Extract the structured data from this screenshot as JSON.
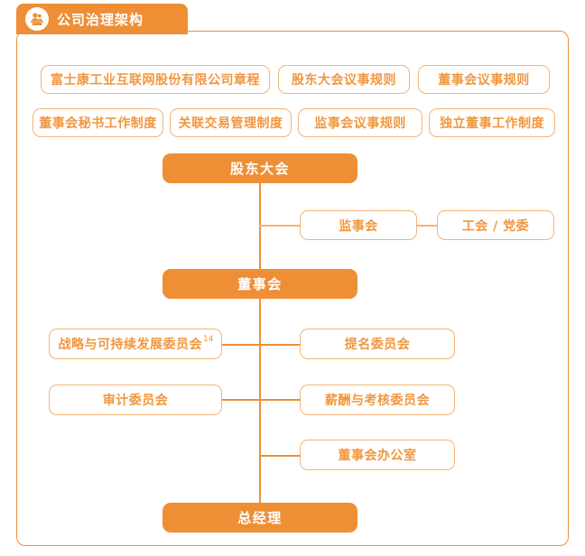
{
  "header": {
    "title": "公司治理架构",
    "icon": "people-podium-icon"
  },
  "colors": {
    "accent_fill": "#EE8F35",
    "outline_border": "#F5B378",
    "outline_text": "#F0973F",
    "filled_text": "#FFFFFF",
    "background": "#FFFFFF"
  },
  "chart_data": {
    "type": "diagram",
    "title": "公司治理架构",
    "nodes": [
      {
        "id": "doc-1",
        "label": "富士康工业互联网股份有限公司章程",
        "style": "outline",
        "row": 1
      },
      {
        "id": "doc-2",
        "label": "股东大会议事规则",
        "style": "outline",
        "row": 1
      },
      {
        "id": "doc-3",
        "label": "董事会议事规则",
        "style": "outline",
        "row": 1
      },
      {
        "id": "doc-4",
        "label": "董事会秘书工作制度",
        "style": "outline",
        "row": 2
      },
      {
        "id": "doc-5",
        "label": "关联交易管理制度",
        "style": "outline",
        "row": 2
      },
      {
        "id": "doc-6",
        "label": "监事会议事规则",
        "style": "outline",
        "row": 2
      },
      {
        "id": "doc-7",
        "label": "独立董事工作制度",
        "style": "outline",
        "row": 2
      },
      {
        "id": "shareholders-meeting",
        "label": "股东大会",
        "style": "filled",
        "row": 3
      },
      {
        "id": "supervisory-board",
        "label": "监事会",
        "style": "outline",
        "row": 4
      },
      {
        "id": "union-party",
        "label": "工会 / 党委",
        "style": "outline",
        "row": 4
      },
      {
        "id": "board-of-directors",
        "label": "董事会",
        "style": "filled",
        "row": 5
      },
      {
        "id": "strategy-committee",
        "label": "战略与可持续发展委员会",
        "superscript": "14",
        "style": "outline",
        "row": 6
      },
      {
        "id": "nomination-committee",
        "label": "提名委员会",
        "style": "outline",
        "row": 6
      },
      {
        "id": "audit-committee",
        "label": "审计委员会",
        "style": "outline",
        "row": 7
      },
      {
        "id": "remuneration-committee",
        "label": "薪酬与考核委员会",
        "style": "outline",
        "row": 7
      },
      {
        "id": "board-office",
        "label": "董事会办公室",
        "style": "outline",
        "row": 8
      },
      {
        "id": "general-manager",
        "label": "总经理",
        "style": "filled",
        "row": 9
      }
    ],
    "edges": [
      {
        "from": "shareholders-meeting",
        "to": "supervisory-board"
      },
      {
        "from": "supervisory-board",
        "to": "union-party"
      },
      {
        "from": "shareholders-meeting",
        "to": "board-of-directors"
      },
      {
        "from": "board-of-directors",
        "to": "strategy-committee"
      },
      {
        "from": "board-of-directors",
        "to": "nomination-committee"
      },
      {
        "from": "board-of-directors",
        "to": "audit-committee"
      },
      {
        "from": "board-of-directors",
        "to": "remuneration-committee"
      },
      {
        "from": "board-of-directors",
        "to": "board-office"
      },
      {
        "from": "board-of-directors",
        "to": "general-manager"
      }
    ]
  }
}
